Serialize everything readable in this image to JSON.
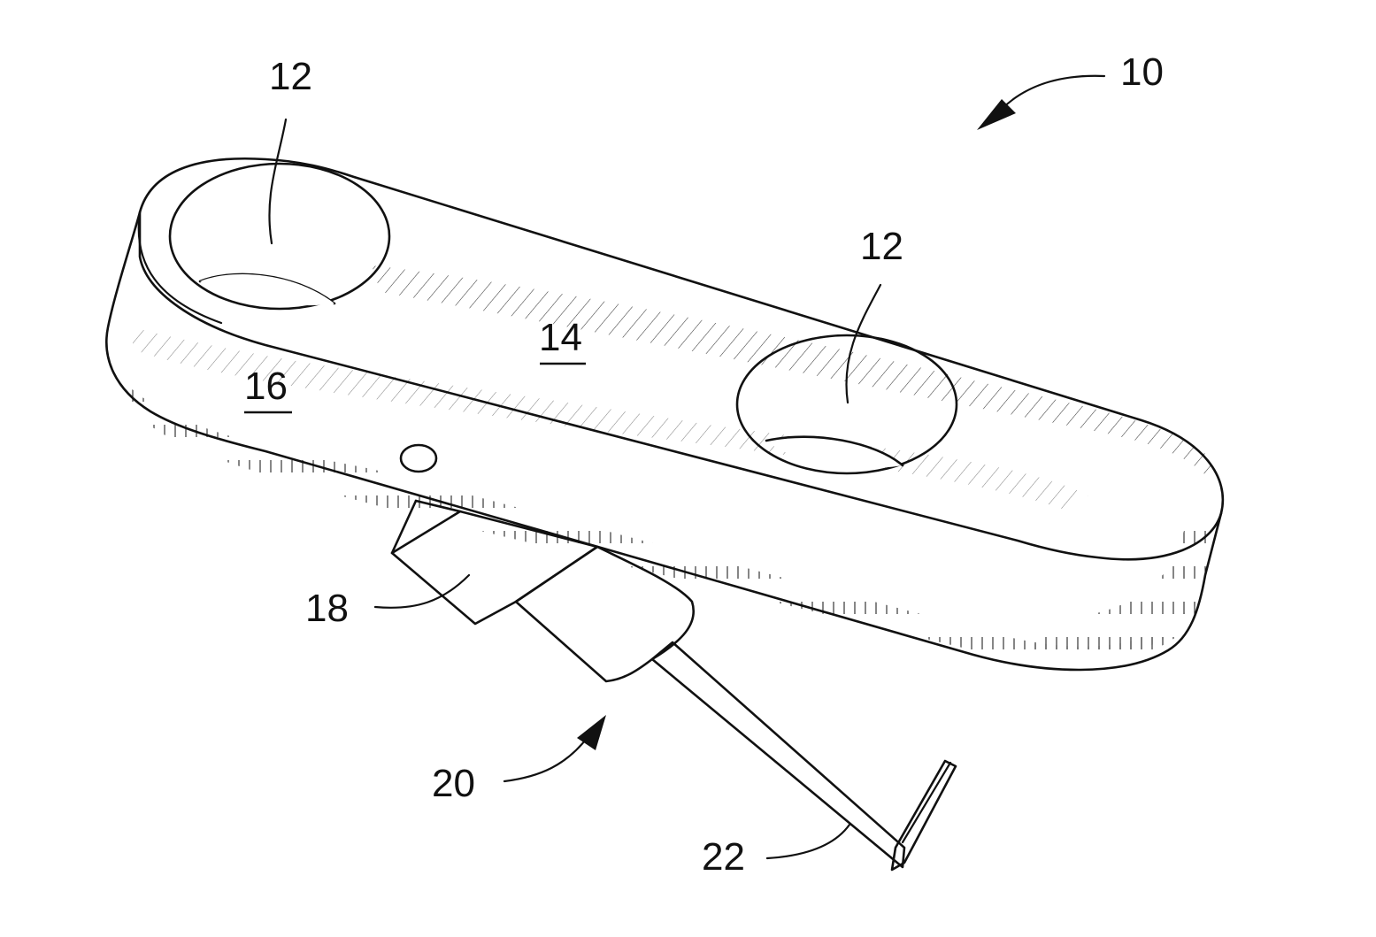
{
  "figure": {
    "colors": {
      "ink": "#111111",
      "background": "#ffffff"
    },
    "labels": {
      "device": "10",
      "hole_left": "12",
      "hole_right": "12",
      "top_surface": "14",
      "side_surface": "16",
      "clip": "18",
      "adapter": "20",
      "probe": "22"
    },
    "underlined_labels": [
      "14",
      "16"
    ]
  }
}
